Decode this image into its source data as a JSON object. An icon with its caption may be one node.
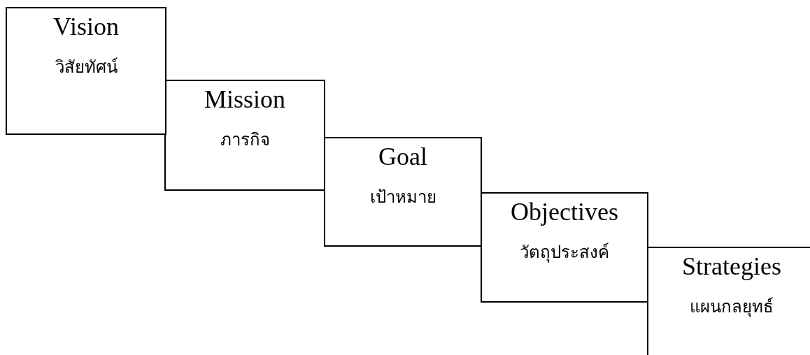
{
  "diagram": {
    "nodes": [
      {
        "text": [
          "Vision",
          "วิสัยทัศน์"
        ]
      },
      {
        "text": [
          "Mission",
          "ภารกิจ"
        ]
      },
      {
        "text": [
          "Goal",
          "เป้าหมาย"
        ]
      },
      {
        "text": [
          "Objectives",
          "วัตถุประสงค์"
        ]
      },
      {
        "text": [
          "Strategies",
          "แผนกลยุทธ์"
        ]
      }
    ]
  }
}
